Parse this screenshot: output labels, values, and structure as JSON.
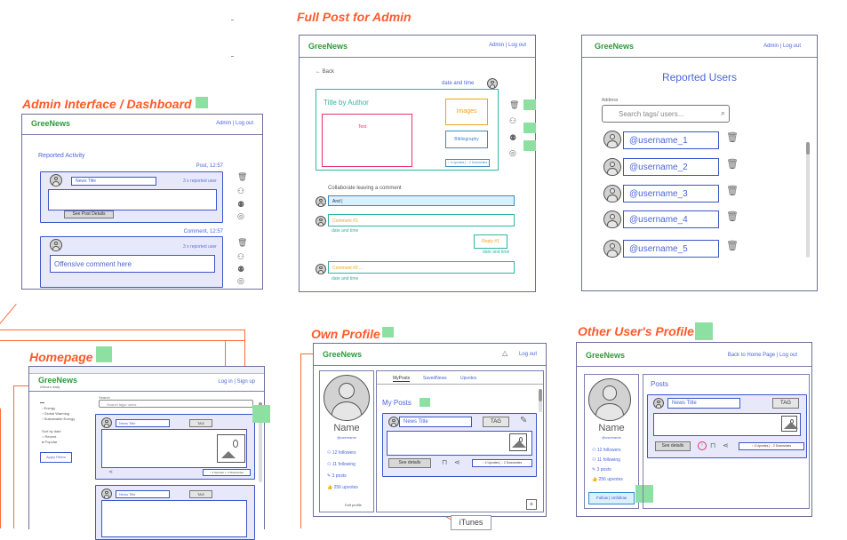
{
  "titles": {
    "full_post": "Full Post for Admin",
    "admin": "Admin Interface / Dashboard",
    "homepage": "Homepage",
    "own_profile": "Own Profile",
    "other_profile": "Other User's Profile"
  },
  "brand": "GreeNews",
  "admin": {
    "header_links": "Admin | Log out",
    "section": "Reported Activity",
    "card1": {
      "type": "Post, 12:57",
      "reported": "3 x reported user",
      "field": "News Title",
      "button": "See Post Details"
    },
    "card2": {
      "type": "Comment, 12:57",
      "reported": "3 x reported user",
      "text": "Offensive comment here"
    }
  },
  "full_post": {
    "header_links": "Admin | Log out",
    "back": "Back",
    "date": "date and time",
    "title": "Title by Author",
    "text_label": "Text",
    "images": "Images",
    "bibliography": "Bibliography",
    "votes": "↑ 4 Upvotes | ↓ 2 Downvotes",
    "collab": "Collaborate leaving a comment",
    "and": "And |",
    "comment1": "Comment #1",
    "comment1_meta": "date and time",
    "reply": "Reply #1",
    "reply_meta": "date and time",
    "comment2": "Comment #2 ...",
    "comment2_meta": "date and time"
  },
  "reported_users": {
    "header_links": "Admin | Log out",
    "title": "Reported Users",
    "address": "Address",
    "search_placeholder": "Search tags/ users...",
    "users": [
      "@username_1",
      "@username_2",
      "@username_3",
      "@username_4",
      "@username_5"
    ]
  },
  "homepage": {
    "header_links": "Log in | Sign up",
    "sub": "Africa’s daily",
    "search_label": "Search",
    "search_placeholder": "Search tags/ users",
    "filters": [
      "Energy",
      "Global Warming",
      "Sustainable Energy"
    ],
    "sort": [
      "Sort by date",
      "Recent",
      "Popular"
    ],
    "apply": "Apply Filters",
    "post1_title": "News Title",
    "post2_title": "News Title",
    "tag": "TAG",
    "votes": "↑ 4 Upvotes | ↓ 2 Downvotes"
  },
  "own_profile": {
    "header_links": "Log out",
    "name": "Name",
    "username": "@username",
    "followers": "12 followers",
    "following": "11 following",
    "posts": "3 posts",
    "upvotes": "256 upvotes",
    "edit": "Edit profile",
    "tabs": [
      "MyPosts",
      "SavedNews",
      "Upvotes"
    ],
    "section": "My Posts",
    "post_title": "News Title",
    "tag": "TAG",
    "see_details": "See details",
    "votes": "↑ 4 Upvotes | ↓ 2 Downvotes"
  },
  "other_profile": {
    "header_links": "Back to Home Page | Log out",
    "name": "Name",
    "username": "@username",
    "followers": "12 followers",
    "following": "11 following",
    "posts": "3 posts",
    "upvotes": "256 upvotes",
    "follow": "Follow | Unfollow",
    "section": "Posts",
    "post_title": "News Title",
    "tag": "TAG",
    "see_details": "See details",
    "votes": "↑ 4 Upvotes | ↓ 2 Downvotes"
  },
  "itunes": "iTunes",
  "colors": {
    "accent": "#ff5a2a",
    "brand": "#2e9a3c",
    "link": "#4a66d8",
    "sticky": "#8ee0a2"
  }
}
